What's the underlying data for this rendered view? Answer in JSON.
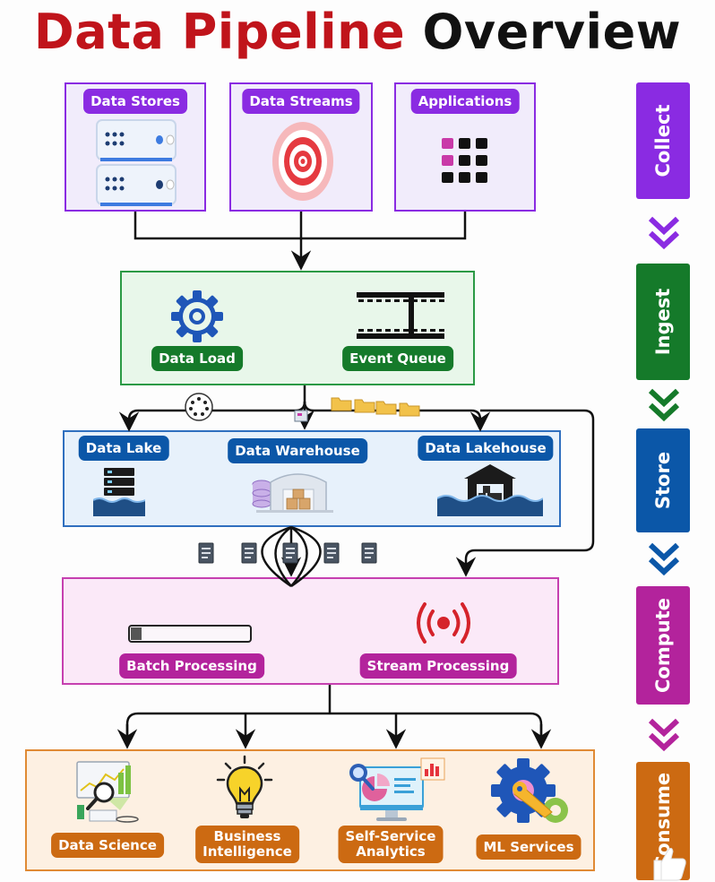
{
  "title": {
    "part1": "Data Pipeline",
    "part2": "Overview"
  },
  "collect": {
    "data_stores": "Data Stores",
    "data_streams": "Data Streams",
    "applications": "Applications"
  },
  "ingest": {
    "data_load": "Data Load",
    "event_queue": "Event Queue"
  },
  "store": {
    "data_lake": "Data Lake",
    "data_warehouse": "Data Warehouse",
    "data_lakehouse": "Data Lakehouse"
  },
  "compute": {
    "batch": "Batch Processing",
    "stream": "Stream Processing"
  },
  "consume": {
    "data_science": "Data Science",
    "bi_line1": "Business",
    "bi_line2": "Intelligence",
    "ssa_line1": "Self-Service",
    "ssa_line2": "Analytics",
    "ml": "ML Services"
  },
  "stages": {
    "collect": "Collect",
    "ingest": "Ingest",
    "store": "Store",
    "compute": "Compute",
    "consume": "Consume"
  },
  "colors": {
    "title_red": "#c0141b",
    "collect": "#8a2be2",
    "ingest": "#157a2a",
    "store": "#0b57a8",
    "compute": "#b3239c",
    "consume": "#cc6a12"
  }
}
